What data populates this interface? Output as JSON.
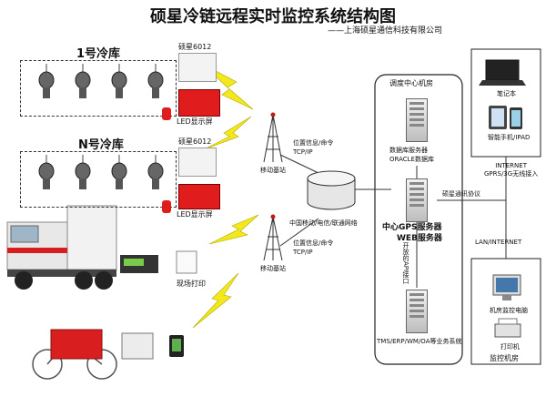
{
  "title": "硕星冷链远程实时监控系统结构图",
  "subtitle": "——上海硕星通信科技有限公司",
  "warehouses": [
    {
      "label": "1号冷库",
      "device_label": "硕星6012",
      "display_label": "LED显示屏"
    },
    {
      "label": "N号冷库",
      "device_label": "硕星6012",
      "display_label": "LED显示屏"
    }
  ],
  "field_print_label": "现场打印",
  "towers": [
    {
      "label": "移动基站",
      "protocol": "位置信息/命令\nTCP/IP"
    },
    {
      "label": "移动基站",
      "protocol": "位置信息/命令\nTCP/IP"
    }
  ],
  "network_label": "中国移动/电信/联通网络",
  "dispatch": {
    "label": "调度中心机房",
    "db_server": "数据库服务器",
    "db_note": "ORACLE数据库",
    "gps_server": "中心GPS服务器",
    "web_server": "WEB服务器",
    "api": "开放的API接口",
    "business": "TMS/ERP/WM/OA等业务系统"
  },
  "protocol_label": "硕星通讯协议",
  "mobile_clients": {
    "laptop": "笔记本",
    "phone": "智能手机/IPAD",
    "access": "INTERNET\nGPRS/3G无线接入"
  },
  "lan_label": "LAN/INTERNET",
  "monitor_room": {
    "pc": "机房监控电脑",
    "printer": "打印机",
    "label": "监控机房"
  },
  "colors": {
    "lightning": "#f2e81c",
    "led_red": "#e01c1c",
    "van_red": "#d81e1e"
  }
}
